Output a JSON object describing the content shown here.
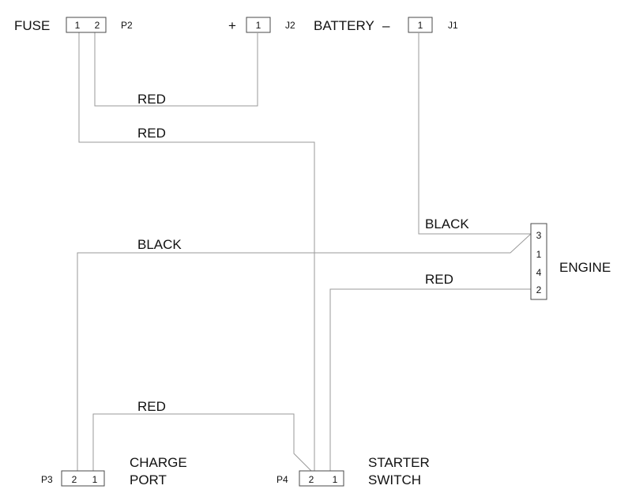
{
  "connectors": {
    "fuse": {
      "label": "FUSE",
      "ref": "P2",
      "pins": [
        "1",
        "2"
      ]
    },
    "battery_positive": {
      "sign": "+",
      "ref": "J2",
      "pins": [
        "1"
      ]
    },
    "battery_negative": {
      "label": "BATTERY",
      "sign": "–",
      "ref": "J1",
      "pins": [
        "1"
      ]
    },
    "engine": {
      "label": "ENGINE",
      "pins": [
        "3",
        "1",
        "4",
        "2"
      ]
    },
    "charge_port": {
      "label_line1": "CHARGE",
      "label_line2": "PORT",
      "ref": "P3",
      "pins": [
        "2",
        "1"
      ]
    },
    "starter_switch": {
      "label_line1": "STARTER",
      "label_line2": "SWITCH",
      "ref": "P4",
      "pins": [
        "2",
        "1"
      ]
    }
  },
  "wires": [
    {
      "from": "P2-2",
      "to": "J2-1",
      "color": "RED"
    },
    {
      "from": "P2-1",
      "to": "P4-2",
      "color": "RED"
    },
    {
      "from": "J1-1",
      "to": "ENGINE-3",
      "color": "BLACK"
    },
    {
      "from": "ENGINE-3",
      "to": "P3-2",
      "color": "BLACK"
    },
    {
      "from": "ENGINE-2",
      "to": "P4-1",
      "color": "RED"
    },
    {
      "from": "P3-1",
      "to": "P4-2",
      "color": "RED"
    }
  ]
}
